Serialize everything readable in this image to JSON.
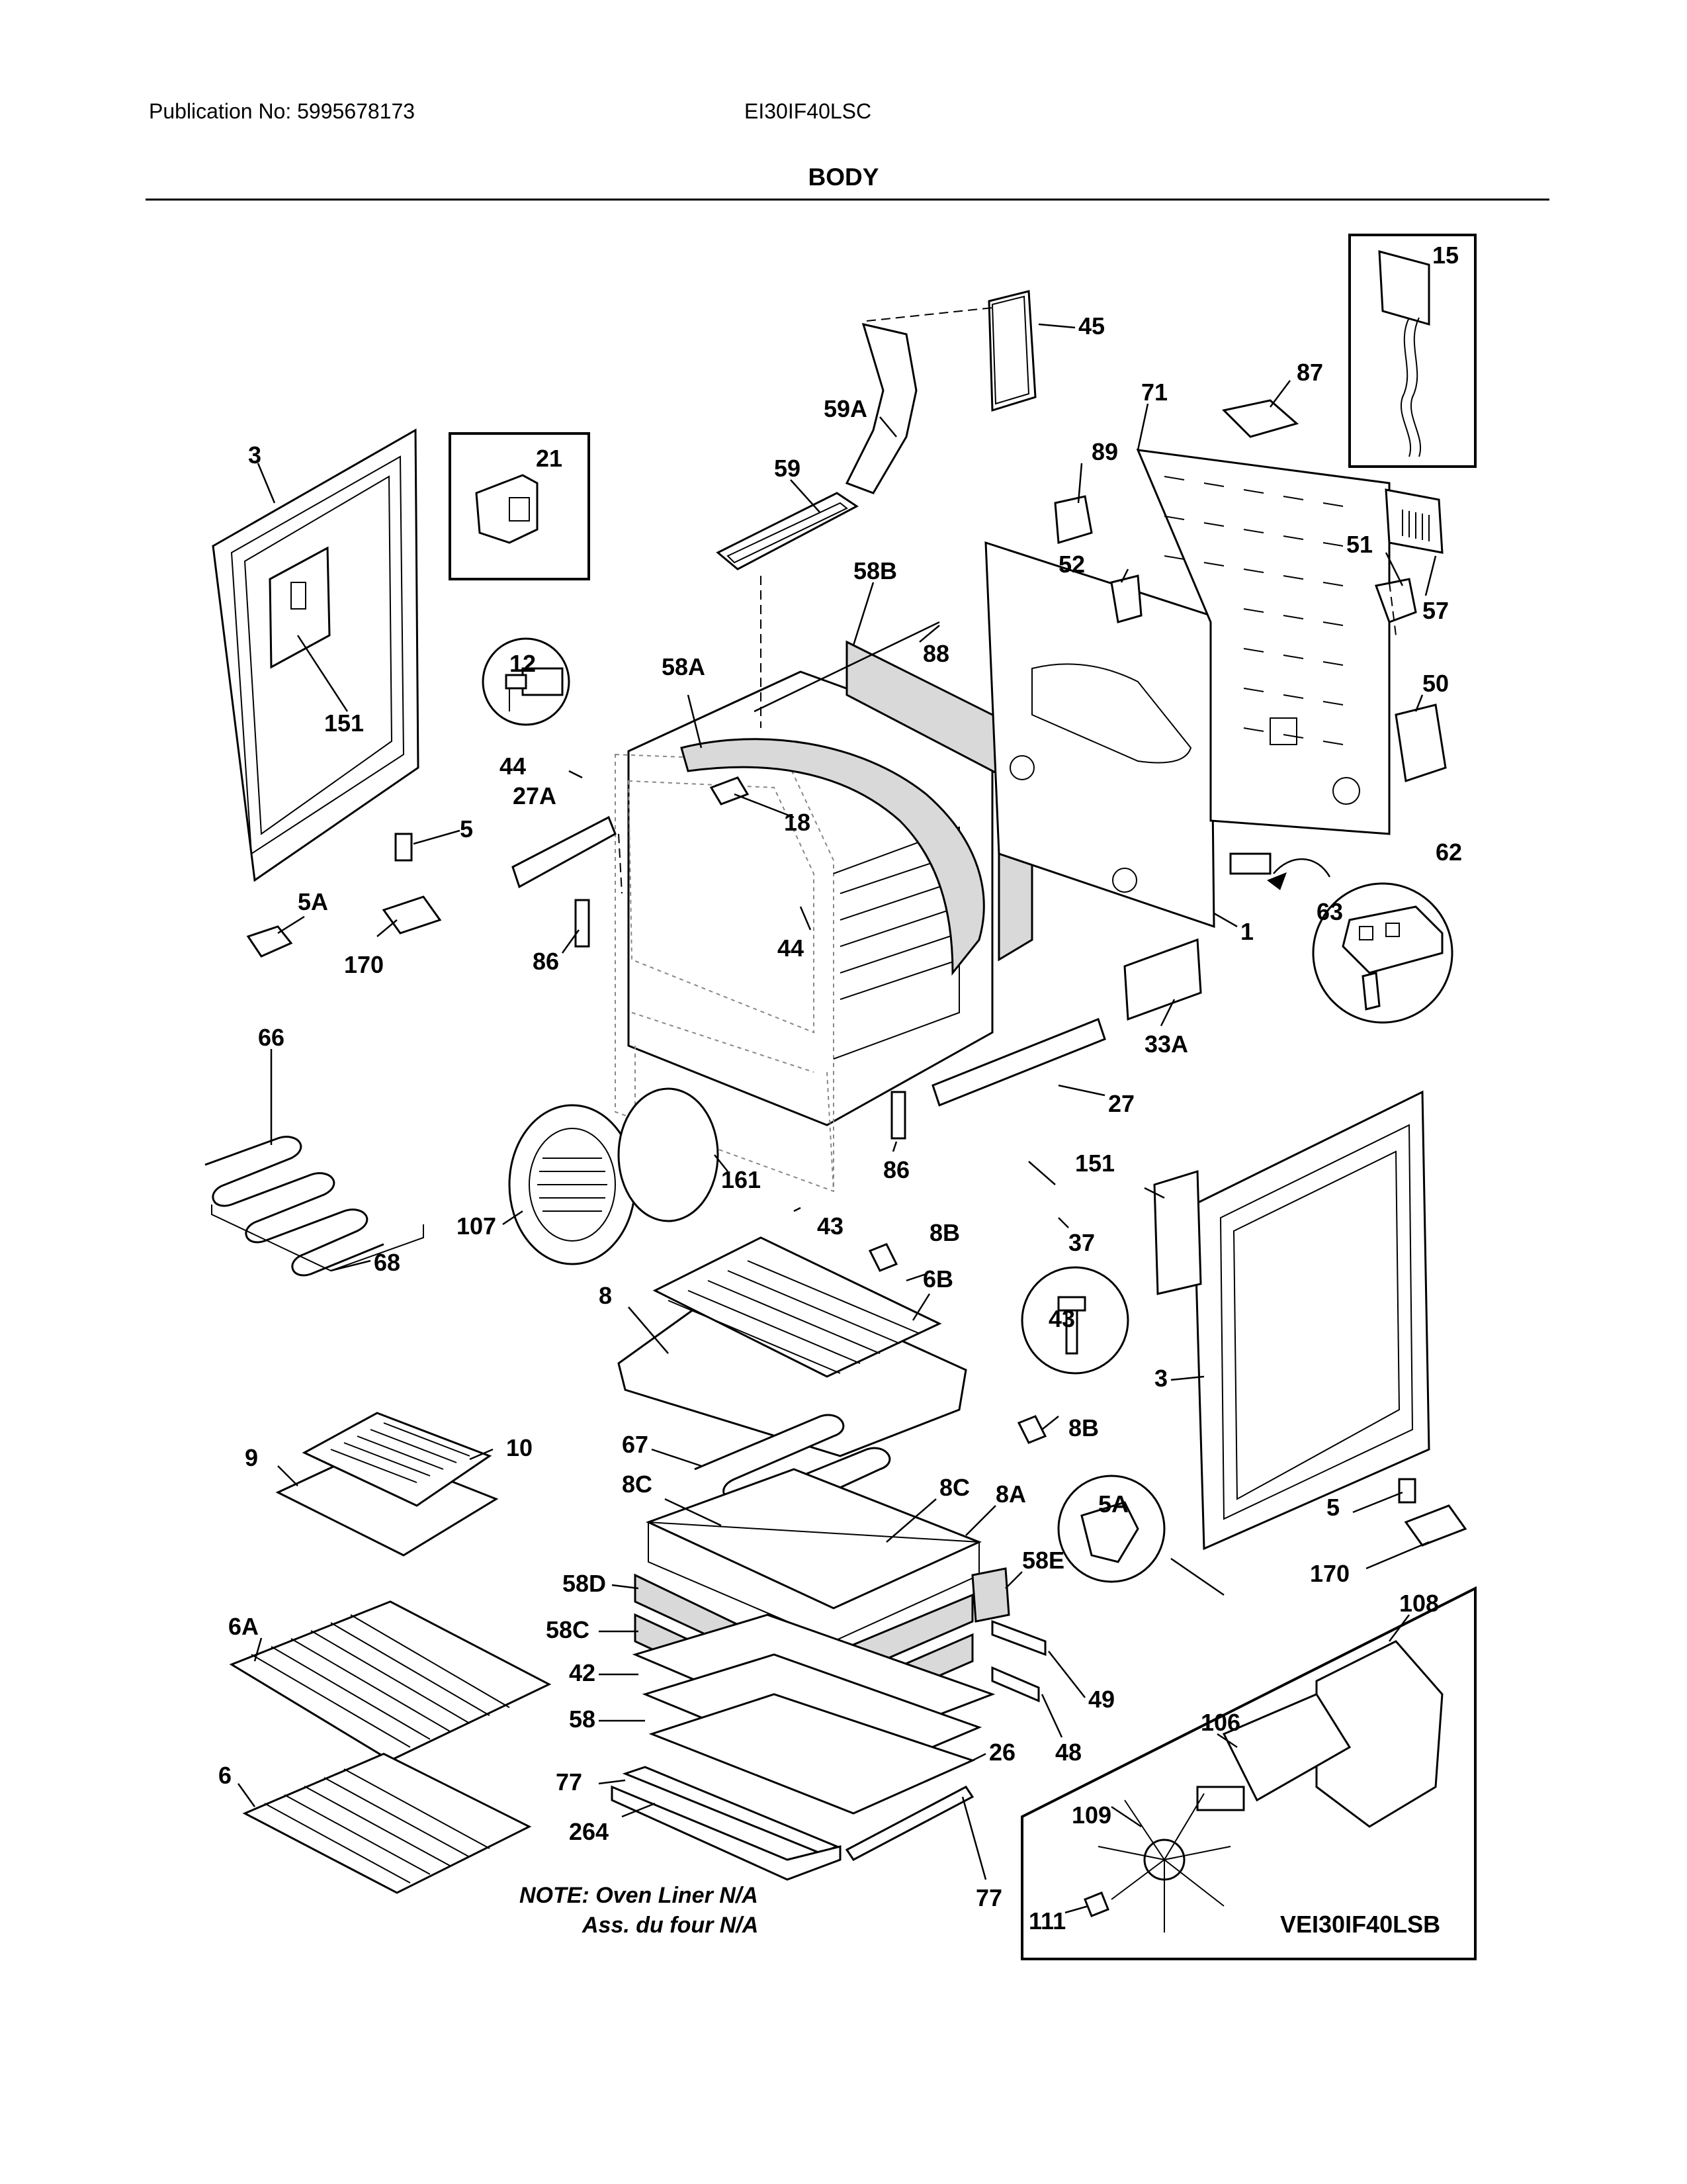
{
  "header": {
    "publication": "Publication No: 5995678173",
    "model": "EI30IF40LSC",
    "section_title": "BODY"
  },
  "note": {
    "line1": "NOTE: Oven Liner N/A",
    "line2": "Ass. du four N/A"
  },
  "inset_model": "VEI30IF40LSB",
  "part_labels": {
    "p3_left": "3",
    "p21": "21",
    "p59": "59",
    "p59a": "59A",
    "p45": "45",
    "p89": "89",
    "p71": "71",
    "p87": "87",
    "p15": "15",
    "p51": "51",
    "p57": "57",
    "p52": "52",
    "p58b": "58B",
    "p88": "88",
    "p58a": "58A",
    "p151_left": "151",
    "p12": "12",
    "p44_top": "44",
    "p27a": "27A",
    "p18": "18",
    "p50": "50",
    "p5_left": "5",
    "p5a_left": "5A",
    "p170_left": "170",
    "p86_left": "86",
    "p44_mid": "44",
    "p62": "62",
    "p1": "1",
    "p63": "63",
    "p33a": "33A",
    "p27": "27",
    "p86_right": "86",
    "p66": "66",
    "p161": "161",
    "p107": "107",
    "p68": "68",
    "p43_top": "43",
    "p8b_top": "8B",
    "p151_right": "151",
    "p37": "37",
    "p8": "8",
    "p6b": "6B",
    "p43_circle": "43",
    "p3_right": "3",
    "p8b_bottom": "8B",
    "p9": "9",
    "p10": "10",
    "p67": "67",
    "p8c_left": "8C",
    "p8c_right": "8C",
    "p8a": "8A",
    "p5a_right": "5A",
    "p5_right": "5",
    "p170_right": "170",
    "p58d": "58D",
    "p58e": "58E",
    "p6a": "6A",
    "p58c": "58C",
    "p108": "108",
    "p42": "42",
    "p49": "49",
    "p58": "58",
    "p48": "48",
    "p106": "106",
    "p26": "26",
    "p77_left": "77",
    "p6": "6",
    "p109": "109",
    "p264": "264",
    "p77_bottom": "77",
    "p111": "111"
  }
}
